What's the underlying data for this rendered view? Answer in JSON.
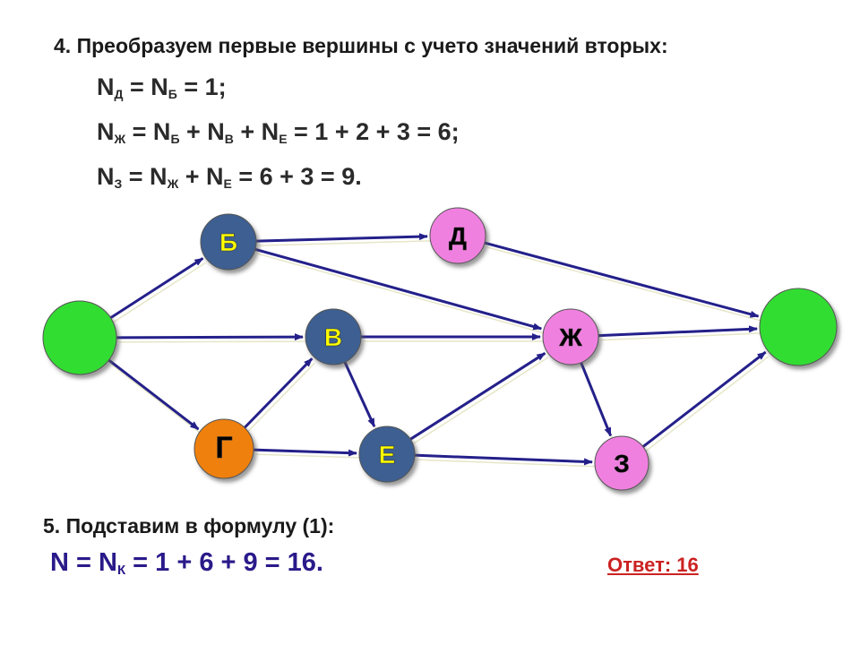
{
  "heading": "4. Преобразуем первые вершины с учето значений вторых:",
  "equations": [
    {
      "parts": [
        {
          "t": "N"
        },
        {
          "s": "Д"
        },
        {
          "t": " = N"
        },
        {
          "s": "Б"
        },
        {
          "t": " = 1;"
        }
      ]
    },
    {
      "parts": [
        {
          "t": "N"
        },
        {
          "s": "Ж"
        },
        {
          "t": " = N"
        },
        {
          "s": "Б"
        },
        {
          "t": " + N"
        },
        {
          "s": "В"
        },
        {
          "t": " + N"
        },
        {
          "s": "Е"
        },
        {
          "t": " = 1 + 2 + 3 = 6;"
        }
      ]
    },
    {
      "parts": [
        {
          "t": "N"
        },
        {
          "s": "З"
        },
        {
          "t": " = N"
        },
        {
          "s": "Ж"
        },
        {
          "t": " + N"
        },
        {
          "s": "Е"
        },
        {
          "t": " = 6 + 3 = 9."
        }
      ]
    }
  ],
  "graph": {
    "nodes": [
      {
        "id": "start",
        "label": "",
        "fill": "#33dd33",
        "text_color": "#000000"
      },
      {
        "id": "B",
        "label": "Б",
        "fill": "#3d5f91",
        "text_color": "#ffff00"
      },
      {
        "id": "D",
        "label": "Д",
        "fill": "#f080e0",
        "text_color": "#000000"
      },
      {
        "id": "V",
        "label": "В",
        "fill": "#3d5f91",
        "text_color": "#ffff00"
      },
      {
        "id": "Zh",
        "label": "Ж",
        "fill": "#f080e0",
        "text_color": "#000000"
      },
      {
        "id": "end",
        "label": "",
        "fill": "#33dd33",
        "text_color": "#000000"
      },
      {
        "id": "G",
        "label": "Г",
        "fill": "#f08010",
        "text_color": "#000000"
      },
      {
        "id": "E",
        "label": "Е",
        "fill": "#3d5f91",
        "text_color": "#ffff00"
      },
      {
        "id": "Z",
        "label": "З",
        "fill": "#f080e0",
        "text_color": "#000000"
      }
    ],
    "edges": [
      [
        "start",
        "B"
      ],
      [
        "start",
        "V"
      ],
      [
        "start",
        "G"
      ],
      [
        "B",
        "D"
      ],
      [
        "B",
        "Zh"
      ],
      [
        "D",
        "end"
      ],
      [
        "V",
        "Zh"
      ],
      [
        "V",
        "E"
      ],
      [
        "G",
        "V"
      ],
      [
        "G",
        "E"
      ],
      [
        "E",
        "Zh"
      ],
      [
        "E",
        "Z"
      ],
      [
        "Zh",
        "end"
      ],
      [
        "Zh",
        "Z"
      ],
      [
        "Z",
        "end"
      ]
    ],
    "edge_color": "#24208a"
  },
  "step5": "5. Подставим в формулу (1):",
  "final_parts": [
    {
      "t": "N = N"
    },
    {
      "s": "К"
    },
    {
      "t": " = 1 + 6 + 9 = 16."
    }
  ],
  "answer": "Ответ: 16"
}
